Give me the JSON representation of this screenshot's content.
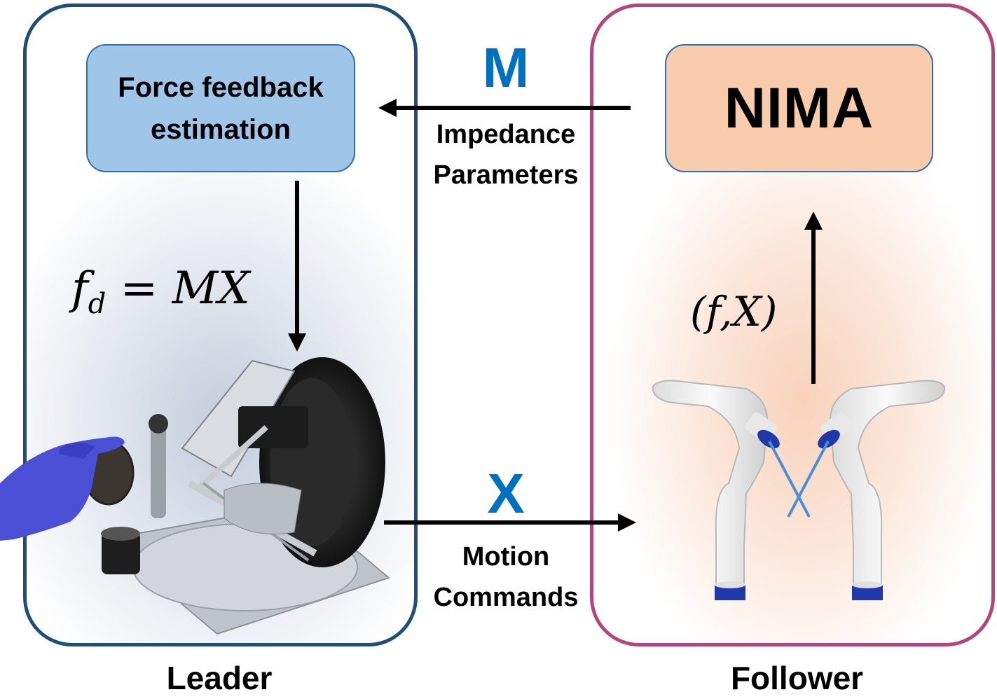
{
  "force_box": {
    "line1": "Force feedback",
    "line2": "estimation"
  },
  "nima_box": {
    "label": "NIMA"
  },
  "impedance": {
    "symbol": "M",
    "line1": "Impedance",
    "line2": "Parameters"
  },
  "motion": {
    "symbol": "X",
    "line1": "Motion",
    "line2": "Commands"
  },
  "equation": {
    "f": "f",
    "sub": "d",
    "rest": "= MX"
  },
  "follower_signal": {
    "text": "(f,X)"
  },
  "captions": {
    "leader": "Leader",
    "follower": "Follower"
  },
  "colors": {
    "leader_border": "#1f4e79",
    "follower_border": "#b3457d",
    "accent_blue": "#0070c0",
    "force_box_fill": "#9fc5e8",
    "nima_box_fill": "#f7cbac"
  },
  "illustrations": {
    "leader": "haptic-device-with-gloved-hand",
    "follower": "dual-robot-arms"
  }
}
